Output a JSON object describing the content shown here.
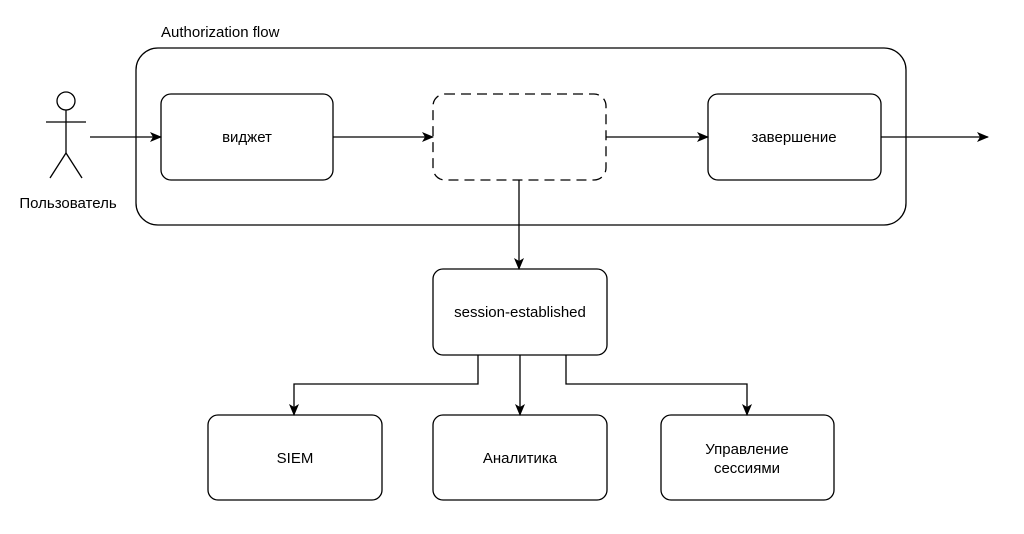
{
  "diagram": {
    "group_title": "Authorization flow",
    "actor": {
      "label": "Пользователь",
      "icon": "stick-figure-icon"
    },
    "nodes": {
      "widget": "виджет",
      "placeholder": "",
      "completion": "завершение",
      "session": "session-established",
      "siem": "SIEM",
      "analytics": "Аналитика",
      "session_mgmt_line1": "Управление",
      "session_mgmt_line2": "сессиями"
    },
    "edges": [
      {
        "from": "actor",
        "to": "widget"
      },
      {
        "from": "widget",
        "to": "placeholder"
      },
      {
        "from": "placeholder",
        "to": "completion"
      },
      {
        "from": "completion",
        "to": "exit"
      },
      {
        "from": "placeholder",
        "to": "session"
      },
      {
        "from": "session",
        "to": "siem"
      },
      {
        "from": "session",
        "to": "analytics"
      },
      {
        "from": "session",
        "to": "session_mgmt"
      }
    ]
  }
}
